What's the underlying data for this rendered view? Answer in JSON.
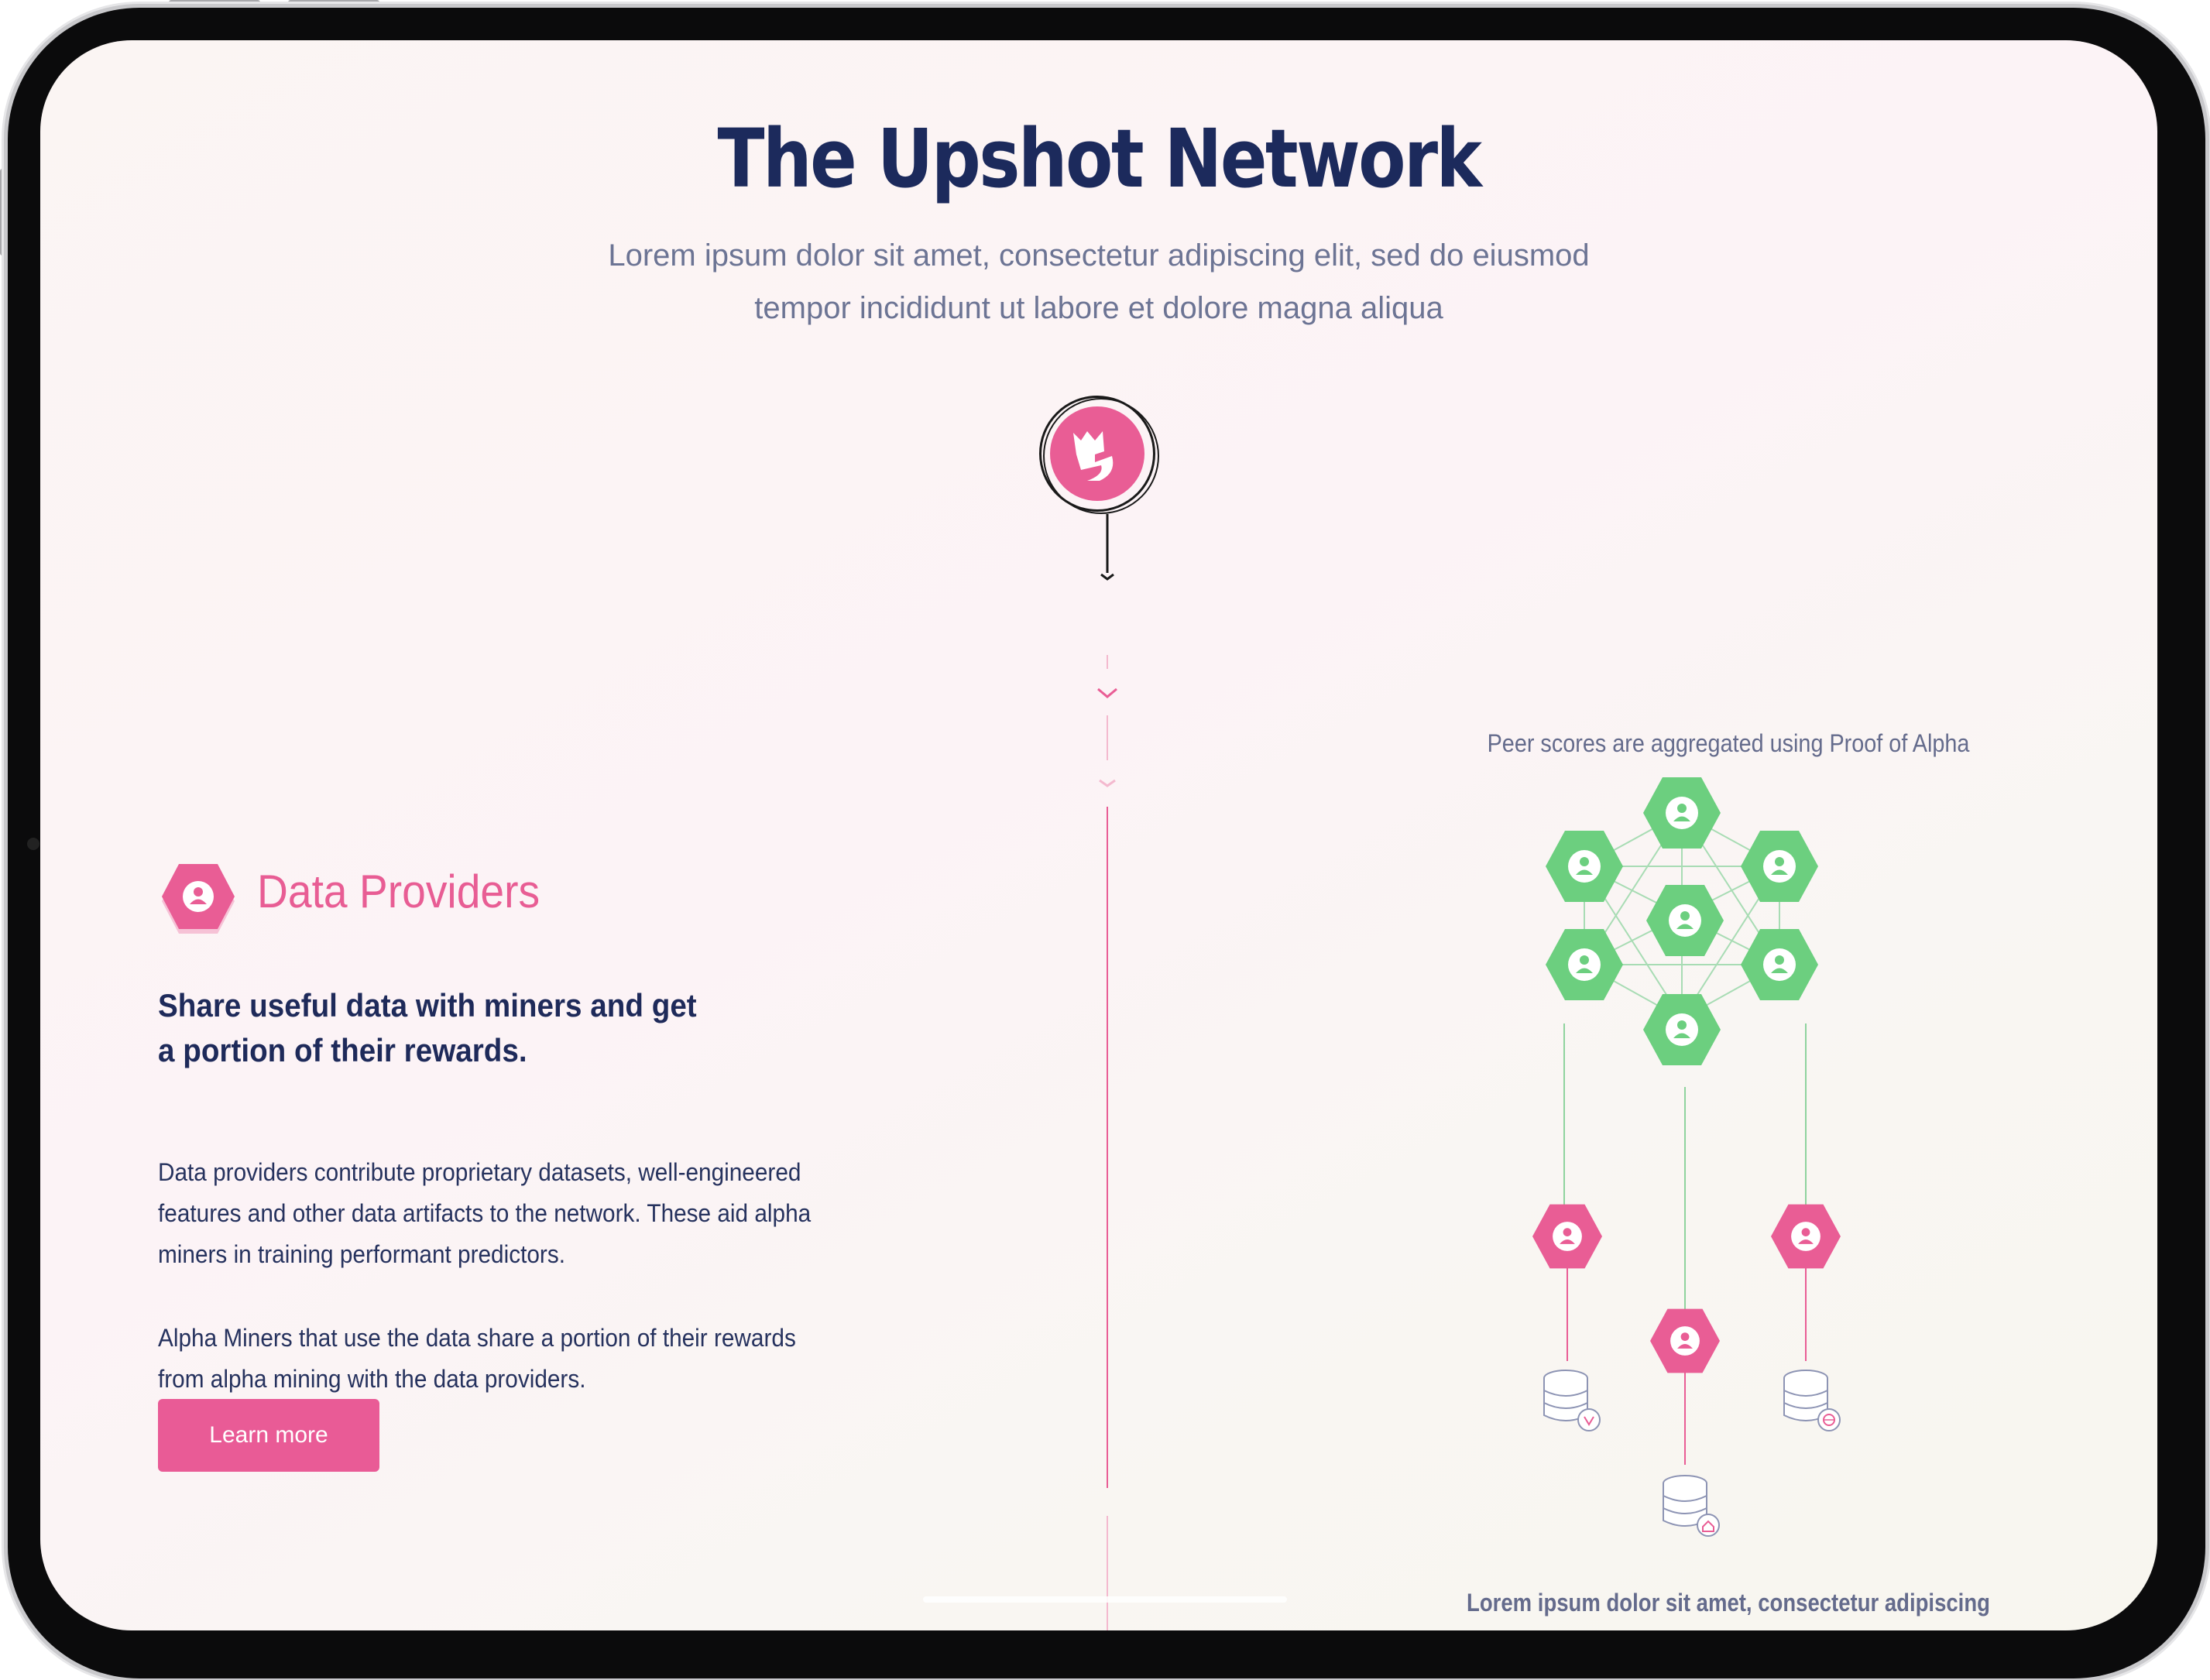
{
  "header": {
    "title": "The Upshot Network",
    "subtitle_line1": "Lorem ipsum dolor sit amet, consectetur adipiscing elit, sed do eiusmod",
    "subtitle_line2": "tempor incididunt ut labore et dolore magna aliqua"
  },
  "section": {
    "title": "Data Providers",
    "heading_line1": "Share useful data with miners and get",
    "heading_line2": "a portion of their rewards.",
    "para1_line1": "Data providers contribute proprietary datasets, well-engineered",
    "para1_line2": "features and other data artifacts to the network. These aid alpha",
    "para1_line3": "miners in training performant predictors.",
    "para2_line1": "Alpha Miners that use the data share a portion of their rewards",
    "para2_line2": "from alpha mining with the data providers.",
    "button_label": "Learn more"
  },
  "diagram": {
    "caption_top": "Peer scores are aggregated using Proof of Alpha",
    "caption_bottom": "Lorem ipsum dolor sit amet, consectetur adipiscing",
    "icons": [
      "user-hexagon-icon",
      "database-share-icon",
      "database-home-icon",
      "database-globe-icon"
    ]
  },
  "colors": {
    "navy": "#1c2a5c",
    "pink": "#e95d95",
    "green": "#6ccf7f",
    "muted": "#6c7494"
  }
}
